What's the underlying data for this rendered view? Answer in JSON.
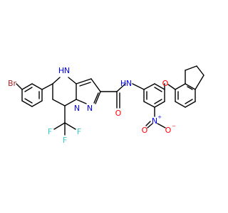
{
  "molecule": {
    "colors": {
      "carbon": "#000000",
      "nitrogen": "#0000ff",
      "oxygen": "#ff0000",
      "bromine": "#a52a2a",
      "fluorine": "#33cccc"
    },
    "labels": {
      "br": "Br",
      "nh_ring": "N",
      "h_ring": "H",
      "n_ring_a": "N",
      "n_ring_b": "N",
      "f1": "F",
      "f2": "F",
      "f3": "F",
      "carbonyl_o": "O",
      "amide_n": "N",
      "amide_h": "H",
      "ether_o": "O",
      "nitro_n": "N",
      "nitro_plus": "+",
      "nitro_o_left": "O",
      "nitro_o_right": "O",
      "nitro_minus": "−"
    }
  }
}
